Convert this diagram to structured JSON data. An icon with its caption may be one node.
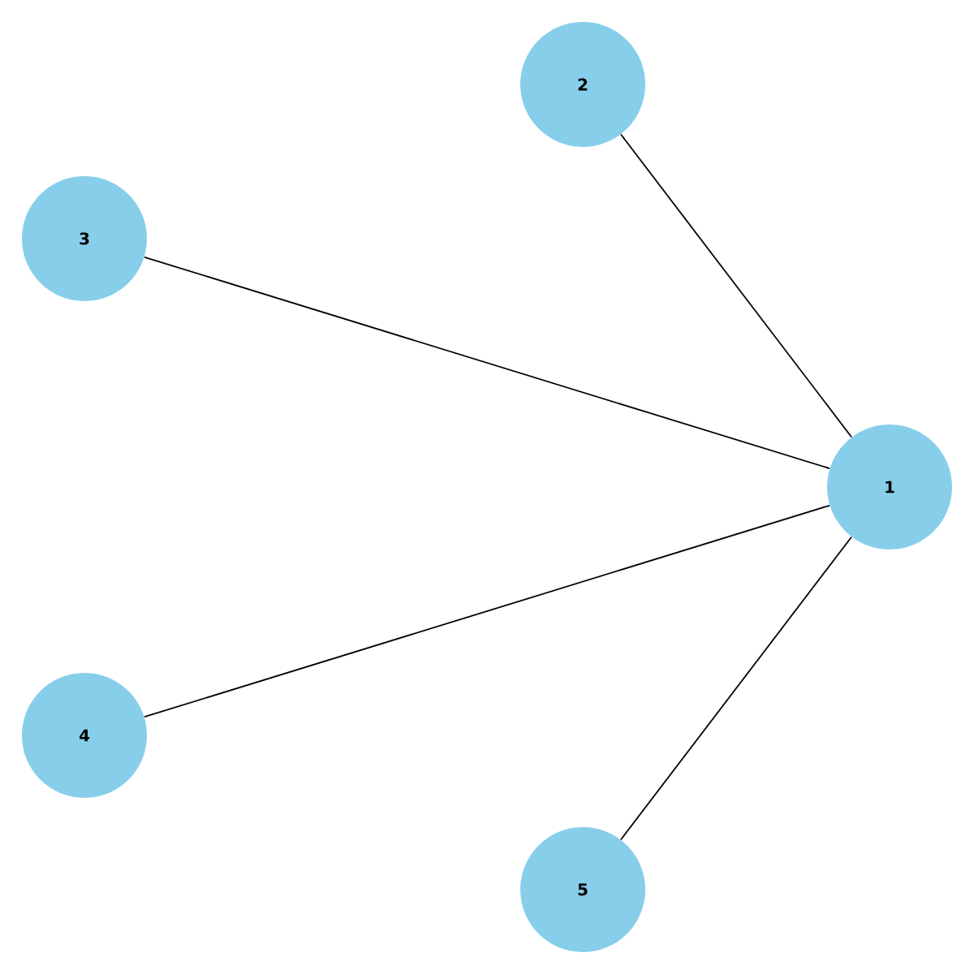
{
  "diagram": {
    "nodes": [
      {
        "text": [
          "1"
        ]
      },
      {
        "text": [
          "2"
        ]
      },
      {
        "text": [
          "3"
        ]
      },
      {
        "text": [
          "4"
        ]
      },
      {
        "text": [
          "5"
        ]
      }
    ],
    "edges": [
      {
        "from": 0,
        "to": 1,
        "arrow": "none"
      },
      {
        "from": 0,
        "to": 2,
        "arrow": "none"
      },
      {
        "from": 0,
        "to": 3,
        "arrow": "none"
      },
      {
        "from": 0,
        "to": 4,
        "arrow": "none"
      }
    ]
  }
}
